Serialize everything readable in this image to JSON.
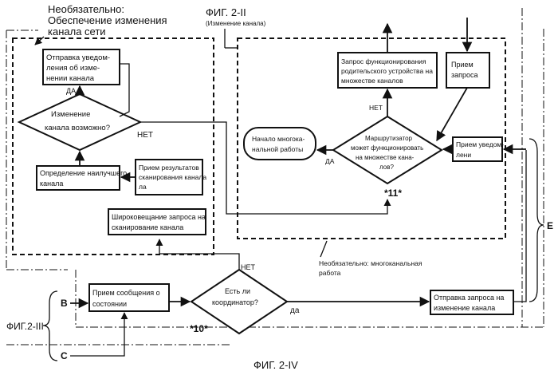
{
  "labels": {
    "optional_change_line1": "Необязательно:",
    "optional_change_line2": "Обеспечение изменения",
    "optional_change_line3": "канала сети",
    "fig_2ii": "ФИГ. 2-II",
    "fig_2ii_sub": "(Изменение канала)",
    "optional_multichannel_line1": "Необязательно: многоканальная",
    "optional_multichannel_line2": "работа",
    "fig_2iii": "ФИГ.2-III",
    "fig_2iv": "ФИГ. 2-IV",
    "connector_b": "B",
    "connector_c": "C",
    "connector_e": "E",
    "ref_10": "*10*",
    "ref_11": "*11*"
  },
  "boxes": {
    "send_notification": [
      "Отправка уведом-",
      "ления об изме-",
      "нении канала"
    ],
    "best_channel": [
      "Определение наилучшего",
      "канала"
    ],
    "scan_results": [
      "Прием результатов",
      "сканирования канала",
      "ла"
    ],
    "broadcast_scan": [
      "Широковещание запроса на",
      "сканирование канала"
    ],
    "parent_request": [
      "Запрос функционирования",
      "родительского устройства на",
      "множестве каналов"
    ],
    "receive_request": [
      "Прием",
      "запроса"
    ],
    "receive_notification": [
      "Прием уведом-",
      "лени"
    ],
    "start_multichannel": [
      "Начало многока-",
      "нальной работы"
    ],
    "status_message": [
      "Прием сообщения о",
      "состоянии"
    ],
    "send_change_request": [
      "Отправка запроса на",
      "изменение канала"
    ]
  },
  "decisions": {
    "change_possible": [
      "Изменение",
      "канала возможно?"
    ],
    "router_multichannel": [
      "Маршрутизатор",
      "может функционировать",
      "на множестве кана-",
      "лов?"
    ],
    "coordinator": [
      "Есть ли",
      "координатор?"
    ]
  },
  "edge_labels": {
    "yes_1": "ДА",
    "no_1": "НЕТ",
    "no_2": "НЕТ",
    "yes_2": "ДА",
    "no_3": "НЕТ",
    "yes_3": "да"
  }
}
